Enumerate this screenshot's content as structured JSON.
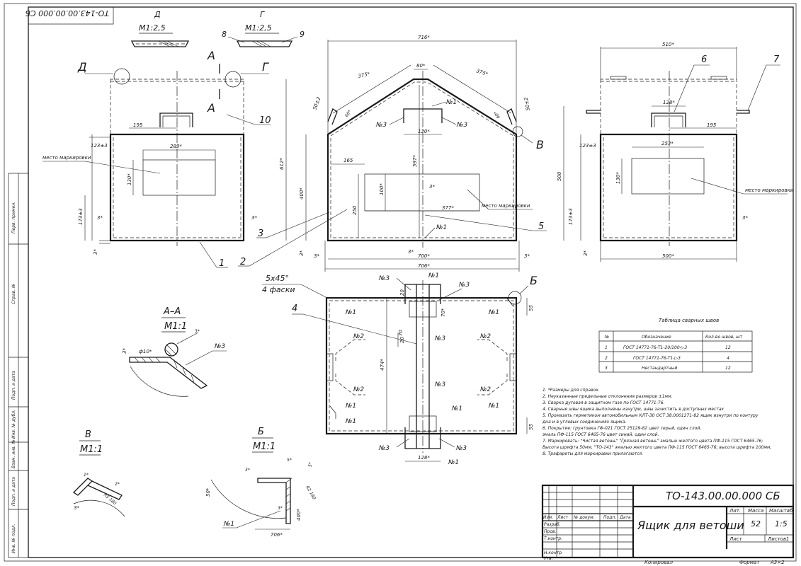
{
  "doc": {
    "code": "ТО-143.00.00.000 СБ",
    "code_rot": "ТО-143.00.00.000 СБ",
    "title": "Ящик для ветоши",
    "mass": "52",
    "scale": "1:5",
    "sheets": "1",
    "hdr_lit": "Лит.",
    "hdr_mass": "Масса",
    "hdr_scale": "Масштаб",
    "sheet": "Лист",
    "sheets_label": "Листов",
    "copied": "Копировал",
    "format_label": "Формат",
    "format": "А3×2",
    "rows": [
      "Изм.",
      "Лист",
      "№ докум.",
      "Подп.",
      "Дата"
    ],
    "roles": [
      "Разраб.",
      "Пров.",
      "Т.контр.",
      "",
      "Н.контр.",
      "Утв."
    ]
  },
  "left_strip": [
    "Перв. примен.",
    "Справ. №",
    "Подп. и дата",
    "Инв. № дубл.",
    "Взам. инв. №",
    "Подп. и дата",
    "Инв. № подл."
  ],
  "details": {
    "D": {
      "letter": "Д",
      "scale": "М1:2,5"
    },
    "G": {
      "letter": "Г",
      "scale": "М1:2,5",
      "p8": "8",
      "p9": "9"
    },
    "AA": {
      "title": "А–А",
      "scale": "М1:1",
      "d1": "ф10*",
      "d2": "3*",
      "d3": "3*",
      "weld": "№3"
    },
    "V": {
      "title": "В",
      "scale": "М1:1",
      "d1": "1*",
      "d2": "3*",
      "d3": "R5 180",
      "d4": "2*"
    },
    "B": {
      "title": "Б",
      "scale": "М1:1",
      "d1": "5*",
      "d2": "5*",
      "d3": "3*",
      "d4": "50*",
      "d5": "706*",
      "d6": "400*",
      "d7": "3*",
      "weld": "№1",
      "r": "R2 180"
    }
  },
  "front": {
    "sec_a": "А",
    "callD": "Д",
    "callG": "Г",
    "d195": "195",
    "d283": "283*",
    "d123": "123±3",
    "d130": "130*",
    "d173": "173±3",
    "d3a": "3*",
    "d3b": "3*",
    "d3c": "3*",
    "d612": "612*",
    "mark": "место маркировки",
    "p1": "1",
    "p3": "3",
    "p10": "10"
  },
  "side": {
    "d716": "716*",
    "d80": "80*",
    "d375a": "375*",
    "d375b": "375*",
    "d50a": "50±2",
    "d50b": "50±2",
    "d60a": "60*",
    "d60b": "60*",
    "w1": "№1",
    "w3a": "№3",
    "w3b": "№3",
    "d120": "120*",
    "d165": "165",
    "d597": "597*",
    "d400": "400*",
    "d100": "100*",
    "d3": "3*",
    "d250": "250",
    "d377": "377*",
    "mark": "место маркировки",
    "w1b": "№1",
    "d3l": "3*",
    "d3m": "3*",
    "d3r": "3*",
    "d700": "700*",
    "d706": "706*",
    "callV": "В",
    "p2": "2",
    "p5": "5"
  },
  "right": {
    "d510": "510*",
    "p6": "6",
    "p7": "7",
    "d128": "128*",
    "d195": "195",
    "d123": "123±3",
    "d253": "253*",
    "d130": "130*",
    "d500v": "500",
    "d173": "173±3",
    "d3a": "3*",
    "d3b": "3*",
    "d500": "500*",
    "mark": "место маркировки"
  },
  "plan": {
    "chamfer": "5х45°",
    "chamfer_note": "4 фаски",
    "p4": "4",
    "callB": "Б",
    "d20a": "20",
    "d20b": "20",
    "d70a": "70*",
    "d70b": "70",
    "d55a": "55",
    "d55b": "55",
    "d474": "474*",
    "d128": "128*",
    "welds": [
      "№3",
      "№1",
      "№3",
      "№1",
      "№1",
      "№2",
      "№2",
      "№3",
      "№3",
      "№2",
      "№2",
      "№1",
      "№1",
      "№1",
      "№1",
      "№3",
      "№3",
      "№1"
    ]
  },
  "weld_table": {
    "caption": "Таблица сварных швов",
    "headers": [
      "№",
      "Обозначение",
      "Кол-во швов, шт"
    ],
    "rows": [
      [
        "1",
        "ГОСТ 14771-76-Т1-20/100-▷3",
        "12"
      ],
      [
        "2",
        "ГОСТ 14771-76-Т1-▷3",
        "4"
      ],
      [
        "3",
        "Нестандартный",
        "12"
      ]
    ]
  },
  "notes": [
    "1. *Размеры для справок.",
    "2. Неуказанные предельные отклонения размеров ±1мм.",
    "3. Сварка дуговая в защитном газе по ГОСТ 14771-76.",
    "4. Сварные швы ящика выполнены изнутри, швы зачистить в доступных местах",
    "5. Промазать герметиком автомобильным КЛТ-30  ОСТ 38.0001271-82 ящик изнутри по контуру",
    "    дна и в угловых соединениях ящика.",
    "6. Покрытие: грунтовка ГФ-021 ГОСТ 25129-82 цвет серый, один слой,",
    "    эмаль ПФ-115 ГОСТ 6465-76 цвет синий, один слой.",
    "7. Маркировать: \"Чистая ветошь\" \"Грязная ветошь\" эмалью желтого цвета ПФ-115 ГОСТ 6465-76;",
    "    Высота шрифта 50мм, \"ТО-143\" эмалью желтого цвета ПФ-115 ГОСТ 6465-76; высота шрифта 100мм,",
    "8. Трафареты для маркировки прилагаются."
  ]
}
